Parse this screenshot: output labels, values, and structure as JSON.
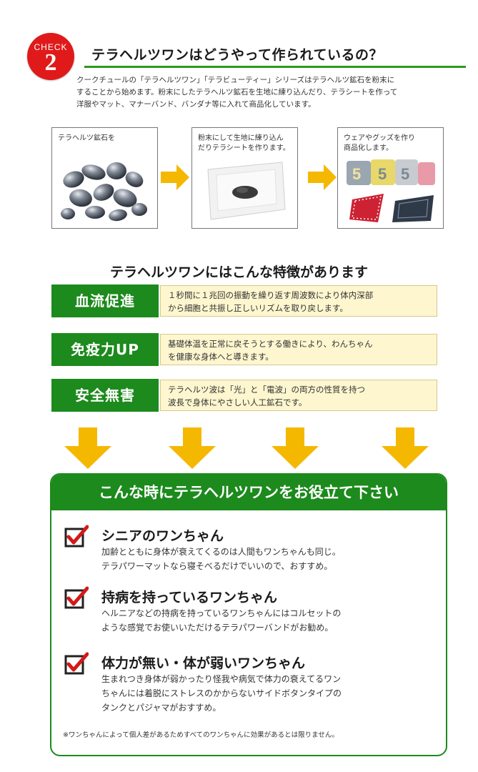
{
  "check": {
    "label": "CHECK",
    "number": "2"
  },
  "heading": "テラヘルツワンはどうやって作られているの？",
  "intro": [
    "クークチュールの「テラヘルツワン」「テラビューティー」シリーズはテラヘルツ鉱石を粉末に",
    "することから始めます。粉末にしたテラヘルツ鉱石を生地に練り込んだり、テラシートを作って",
    "洋服やマット、マナーバンド、バンダナ等に入れて商品化しています。"
  ],
  "steps": [
    {
      "caption": [
        "テラヘルツ鉱石を"
      ]
    },
    {
      "caption": [
        "粉末にして生地に練り込ん",
        "だりテラシートを作ります。"
      ]
    },
    {
      "caption": [
        "ウェアやグッズを作り",
        "商品化します。"
      ]
    }
  ],
  "features_title": "テラヘルツワンにはこんな特徴があります",
  "features": [
    {
      "label": "血流促進",
      "desc": [
        "１秒間に１兆回の振動を繰り返す周波数により体内深部",
        "から細胞と共振し正しいリズムを取り戻します。"
      ]
    },
    {
      "label": "免疫力UP",
      "desc": [
        "基礎体温を正常に戻そうとする働きにより、わんちゃん",
        "を健康な身体へと導きます。"
      ]
    },
    {
      "label": "安全無害",
      "desc": [
        "テラヘルツ波は「光」と「電波」の両方の性質を持つ",
        "波長で身体にやさしい人工鉱石です。"
      ]
    }
  ],
  "box_title": "こんな時にテラヘルツワンをお役立て下さい",
  "items": [
    {
      "title": "シニアのワンちゃん",
      "desc": [
        "加齢とともに身体が衰えてくるのは人間もワンちゃんも同じ。",
        "テラパワーマットなら寝そべるだけでいいので、おすすめ。"
      ]
    },
    {
      "title": "持病を持っているワンちゃん",
      "desc": [
        "ヘルニアなどの持病を持っているワンちゃんにはコルセットの",
        "ような感覚でお使いいただけるテラパワーバンドがお勧め。"
      ]
    },
    {
      "title": "体力が無い・体が弱いワンちゃん",
      "desc": [
        "生まれつき身体が弱かったり怪我や病気で体力の衰えてるワン",
        "ちゃんには着脱にストレスのかからないサイドボタンタイプの",
        "タンクとパジャマがおすすめ。"
      ]
    }
  ],
  "note": "※ワンちゃんによって個人差があるためすべてのワンちゃんに効果があるとは限りません。",
  "colors": {
    "green": "#1c8a1c",
    "red": "#e01a1a",
    "arrow": "#f5b800",
    "desc_bg": "#fdf6cf"
  }
}
